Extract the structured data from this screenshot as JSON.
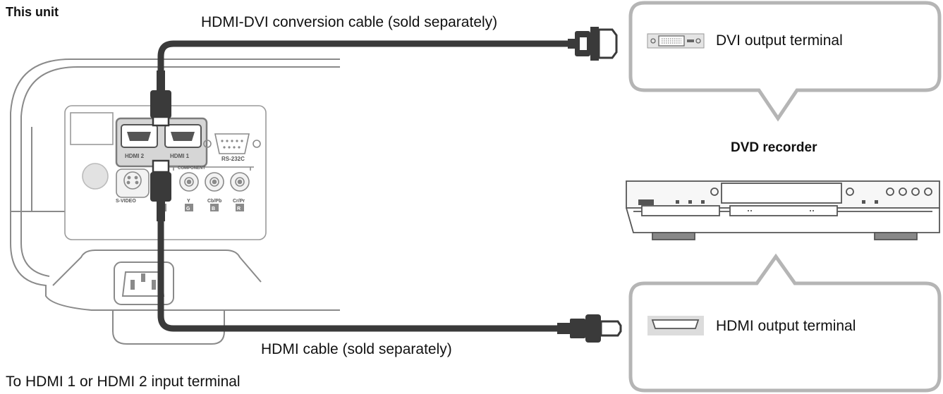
{
  "unit_label": "This unit",
  "dvi_cable_label": "HDMI-DVI conversion cable (sold separately)",
  "hdmi_cable_label": "HDMI cable (sold separately)",
  "input_terminal_label": "To HDMI 1 or HDMI 2 input terminal",
  "recorder_label": "DVD recorder",
  "dvi_output_label": "DVI output terminal",
  "hdmi_output_label": "HDMI output terminal",
  "panel": {
    "hdmi2": "HDMI 2",
    "hdmi1": "HDMI 1",
    "rs232c": "RS-232C",
    "component": "COMPONENT",
    "svideo": "S-VIDEO",
    "y": "Y",
    "cbpb": "Cb/Pb",
    "crpr": "Cr/Pr",
    "g": "G",
    "b": "B",
    "r": "R"
  },
  "colors": {
    "cable": "#3a3a3a",
    "bubble_border": "#b5b5b5",
    "projector_line": "#888888"
  }
}
